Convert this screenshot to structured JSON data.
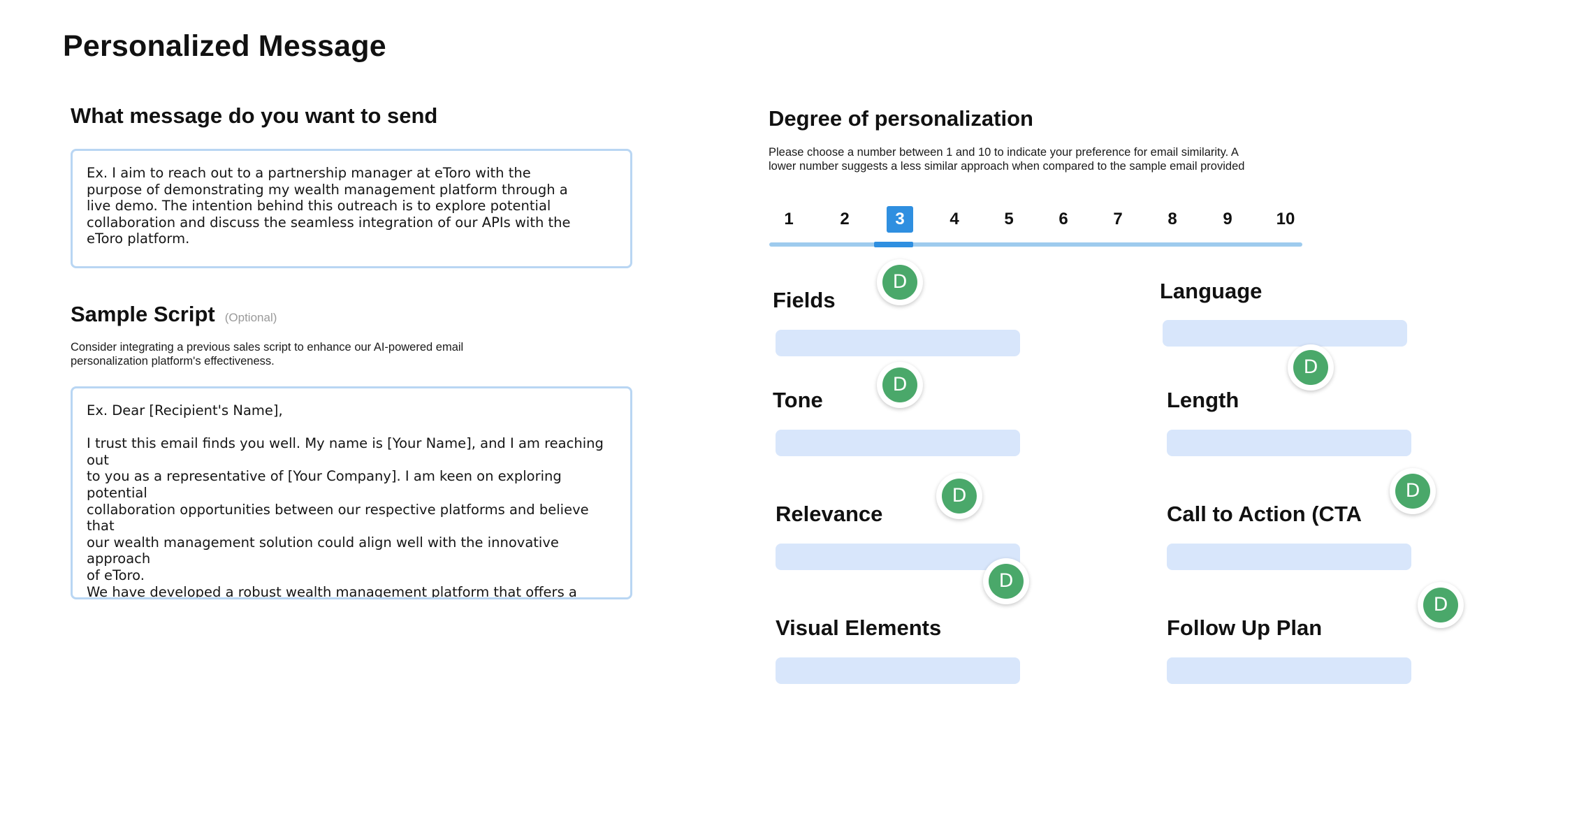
{
  "page_title": "Personalized Message",
  "message_section": {
    "title": "What message do you want to send",
    "placeholder": "Ex. I aim to reach out to a partnership manager at eToro with the\npurpose of demonstrating my wealth management platform through a\nlive demo. The intention behind this outreach is to explore potential\ncollaboration and discuss the seamless integration of our APIs with the\neToro platform."
  },
  "sample_script": {
    "title": "Sample Script",
    "optional_label": "(Optional)",
    "description": "Consider integrating a previous sales script to enhance our AI-powered email\npersonalization platform's effectiveness.",
    "placeholder": "Ex. Dear [Recipient's Name],\n\nI trust this email finds you well. My name is [Your Name], and I am reaching out\nto you as a representative of [Your Company]. I am keen on exploring potential\ncollaboration opportunities between our respective platforms and believe that\nour wealth management solution could align well with the innovative approach\nof eToro.\nWe have developed a robust wealth management platform that offers a\ncomprehensive suite of financial management solutions. To provide you with a\nfirsthand look at its capabilities, I would like to propose a live demonstration at\nyour convenience..."
  },
  "personalization": {
    "title": "Degree of personalization",
    "description": "Please choose a number between 1 and 10 to indicate your preference for email similarity. A\nlower number suggests a less similar approach when compared to the sample email provided",
    "scale": [
      "1",
      "2",
      "3",
      "4",
      "5",
      "6",
      "7",
      "8",
      "9",
      "10"
    ],
    "selected": "3",
    "selected_fraction": 0.3
  },
  "fields": {
    "fields_label": "Fields",
    "language_label": "Language",
    "tone_label": "Tone",
    "length_label": "Length",
    "relevance_label": "Relevance",
    "cta_label": "Call to Action (CTA",
    "visual_label": "Visual Elements",
    "followup_label": "Follow Up Plan"
  },
  "avatar_initial": "D",
  "colors": {
    "accent": "#2f8fe0",
    "track": "#9ecbee",
    "textbox_border": "#b9d6f3",
    "field_bar": "#d8e6fb",
    "avatar": "#4aa86a"
  }
}
